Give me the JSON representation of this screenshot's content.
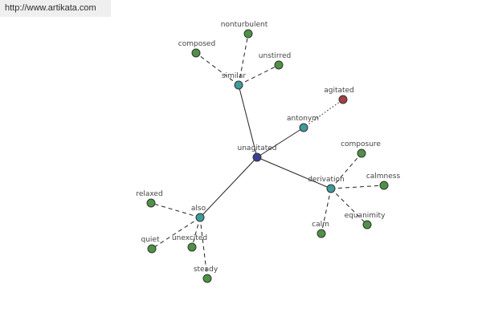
{
  "source_url": "http://www.artikata.com",
  "colors": {
    "center": "#3a3f96",
    "relation": "#3f9a99",
    "synonym": "#4f9146",
    "antonym": "#a34040",
    "edge": "#222222"
  },
  "graph": {
    "nodes": [
      {
        "id": "unagitated",
        "label": "unagitated",
        "kind": "center"
      },
      {
        "id": "similar",
        "label": "similar",
        "kind": "relation"
      },
      {
        "id": "antonym",
        "label": "antonym",
        "kind": "relation"
      },
      {
        "id": "derivation",
        "label": "derivation",
        "kind": "relation"
      },
      {
        "id": "also",
        "label": "also",
        "kind": "relation"
      },
      {
        "id": "nonturbulent",
        "label": "nonturbulent",
        "kind": "word"
      },
      {
        "id": "composed",
        "label": "composed",
        "kind": "word"
      },
      {
        "id": "unstirred",
        "label": "unstirred",
        "kind": "word"
      },
      {
        "id": "agitated",
        "label": "agitated",
        "kind": "antonym-word"
      },
      {
        "id": "composure",
        "label": "composure",
        "kind": "word"
      },
      {
        "id": "calmness",
        "label": "calmness",
        "kind": "word"
      },
      {
        "id": "equanimity",
        "label": "equanimity",
        "kind": "word"
      },
      {
        "id": "calm",
        "label": "calm",
        "kind": "word"
      },
      {
        "id": "relaxed",
        "label": "relaxed",
        "kind": "word"
      },
      {
        "id": "quiet",
        "label": "quiet",
        "kind": "word"
      },
      {
        "id": "unexcited",
        "label": "unexcited",
        "kind": "word"
      },
      {
        "id": "steady",
        "label": "steady",
        "kind": "word"
      }
    ],
    "edges": [
      {
        "from": "unagitated",
        "to": "similar",
        "style": "solid"
      },
      {
        "from": "unagitated",
        "to": "antonym",
        "style": "solid"
      },
      {
        "from": "unagitated",
        "to": "derivation",
        "style": "solid"
      },
      {
        "from": "unagitated",
        "to": "also",
        "style": "solid"
      },
      {
        "from": "similar",
        "to": "nonturbulent",
        "style": "dashed"
      },
      {
        "from": "similar",
        "to": "composed",
        "style": "dashed"
      },
      {
        "from": "similar",
        "to": "unstirred",
        "style": "dashed"
      },
      {
        "from": "antonym",
        "to": "agitated",
        "style": "dotted"
      },
      {
        "from": "derivation",
        "to": "composure",
        "style": "dashed"
      },
      {
        "from": "derivation",
        "to": "calmness",
        "style": "dashed"
      },
      {
        "from": "derivation",
        "to": "equanimity",
        "style": "dashed"
      },
      {
        "from": "derivation",
        "to": "calm",
        "style": "dashed"
      },
      {
        "from": "also",
        "to": "relaxed",
        "style": "dashed"
      },
      {
        "from": "also",
        "to": "quiet",
        "style": "dashed"
      },
      {
        "from": "also",
        "to": "unexcited",
        "style": "dashed"
      },
      {
        "from": "also",
        "to": "steady",
        "style": "dashed"
      }
    ]
  }
}
